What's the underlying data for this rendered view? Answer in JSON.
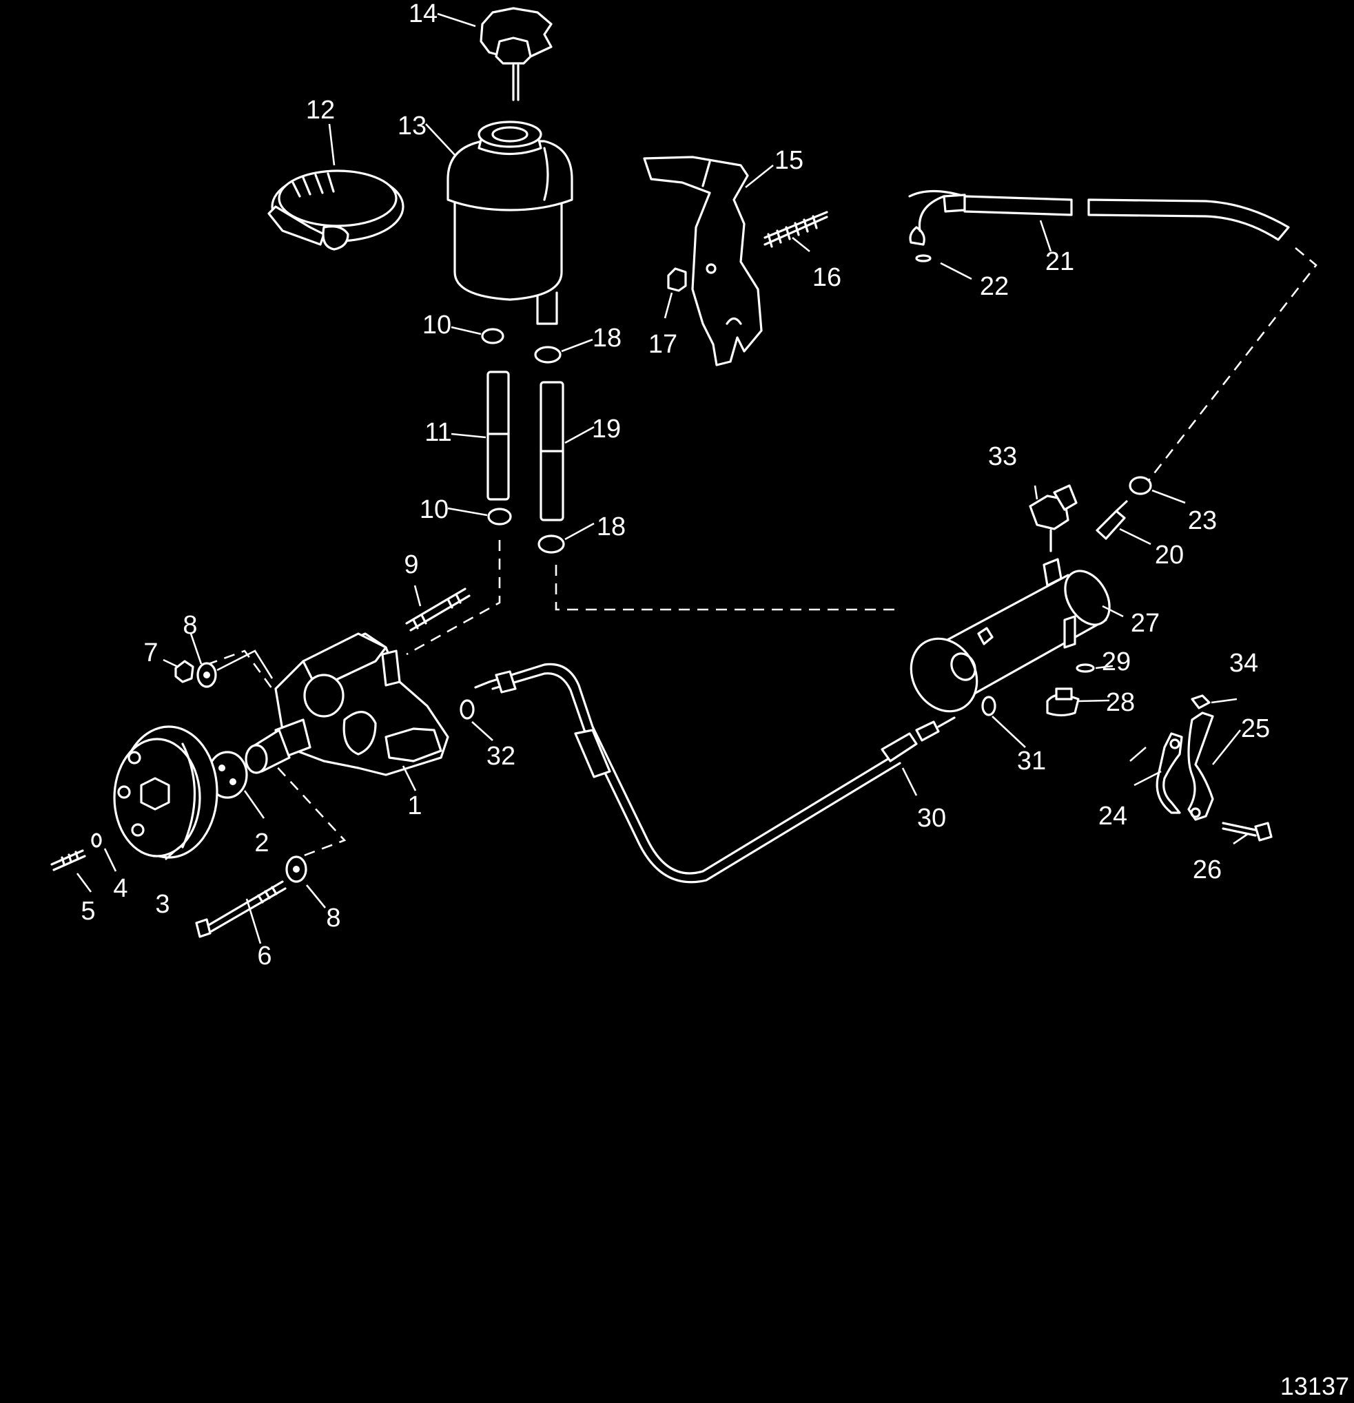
{
  "figure": {
    "drawing_number": "13137"
  },
  "callouts": {
    "p1": "1",
    "p2": "2",
    "p3": "3",
    "p4": "4",
    "p5": "5",
    "p6": "6",
    "p7": "7",
    "p8a": "8",
    "p8b": "8",
    "p9": "9",
    "p10a": "10",
    "p10b": "10",
    "p11": "11",
    "p12": "12",
    "p13": "13",
    "p14": "14",
    "p15": "15",
    "p16": "16",
    "p17": "17",
    "p18a": "18",
    "p18b": "18",
    "p19": "19",
    "p20": "20",
    "p21": "21",
    "p22": "22",
    "p23": "23",
    "p24": "24",
    "p25": "25",
    "p26": "26",
    "p27": "27",
    "p28": "28",
    "p29": "29",
    "p30": "30",
    "p31": "31",
    "p32": "32",
    "p33": "33",
    "p34": "34"
  }
}
